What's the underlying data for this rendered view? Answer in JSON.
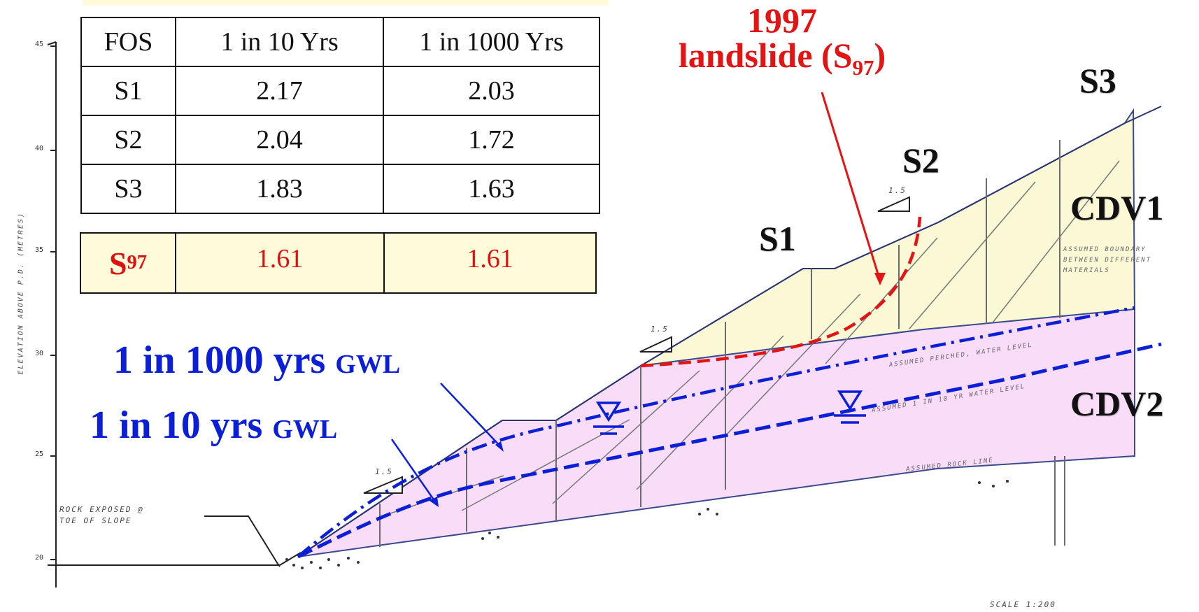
{
  "table": {
    "headers": [
      "FOS",
      "1 in 10 Yrs",
      "1 in 1000 Yrs"
    ],
    "rows": [
      {
        "label": "S1",
        "v10": "2.17",
        "v1000": "2.03"
      },
      {
        "label": "S2",
        "v10": "2.04",
        "v1000": "1.72"
      },
      {
        "label": "S3",
        "v10": "1.83",
        "v1000": "1.63"
      }
    ],
    "s97": {
      "label": "S",
      "label_sub": "97",
      "v10": "1.61",
      "v1000": "1.61"
    }
  },
  "labels": {
    "landslide_year": "1997",
    "landslide_text": "landslide (S",
    "landslide_sub": "97",
    "landslide_close": ")",
    "s1": "S1",
    "s2": "S2",
    "s3": "S3",
    "cdv1": "CDV1",
    "cdv2": "CDV2",
    "gwl1000_main": "1 in 1000 yrs",
    "gwl1000_unit": "GWL",
    "gwl10_main": "1 in 10 yrs",
    "gwl10_unit": "GWL"
  },
  "drawing": {
    "y_axis_label": "ELEVATION ABOVE P.D. (METRES)",
    "y_ticks": [
      "45",
      "40",
      "35",
      "30",
      "25",
      "20"
    ],
    "rock_note_1": "ROCK EXPOSED @",
    "rock_note_2": "TOE OF SLOPE",
    "scale": "SCALE 1:200",
    "slope_1": "1.5",
    "slope_2": "1.5",
    "slope_3": "1.5",
    "assumed_perched": "ASSUMED PERCHED, WATER LEVEL",
    "assumed_1in10": "ASSUMED 1 IN 10 YR WATER LEVEL",
    "assumed_rock": "ASSUMED ROCK LINE",
    "assumed_boundary": "ASSUMED BOUNDARY BETWEEN DIFFERENT MATERIALS"
  },
  "colors": {
    "cdv1_fill": "#fbf8d6",
    "cdv2_fill": "#f9dcf8",
    "gwl": "#0a1fd6",
    "landslide": "#e31414",
    "boundary": "#3b4a8c"
  }
}
